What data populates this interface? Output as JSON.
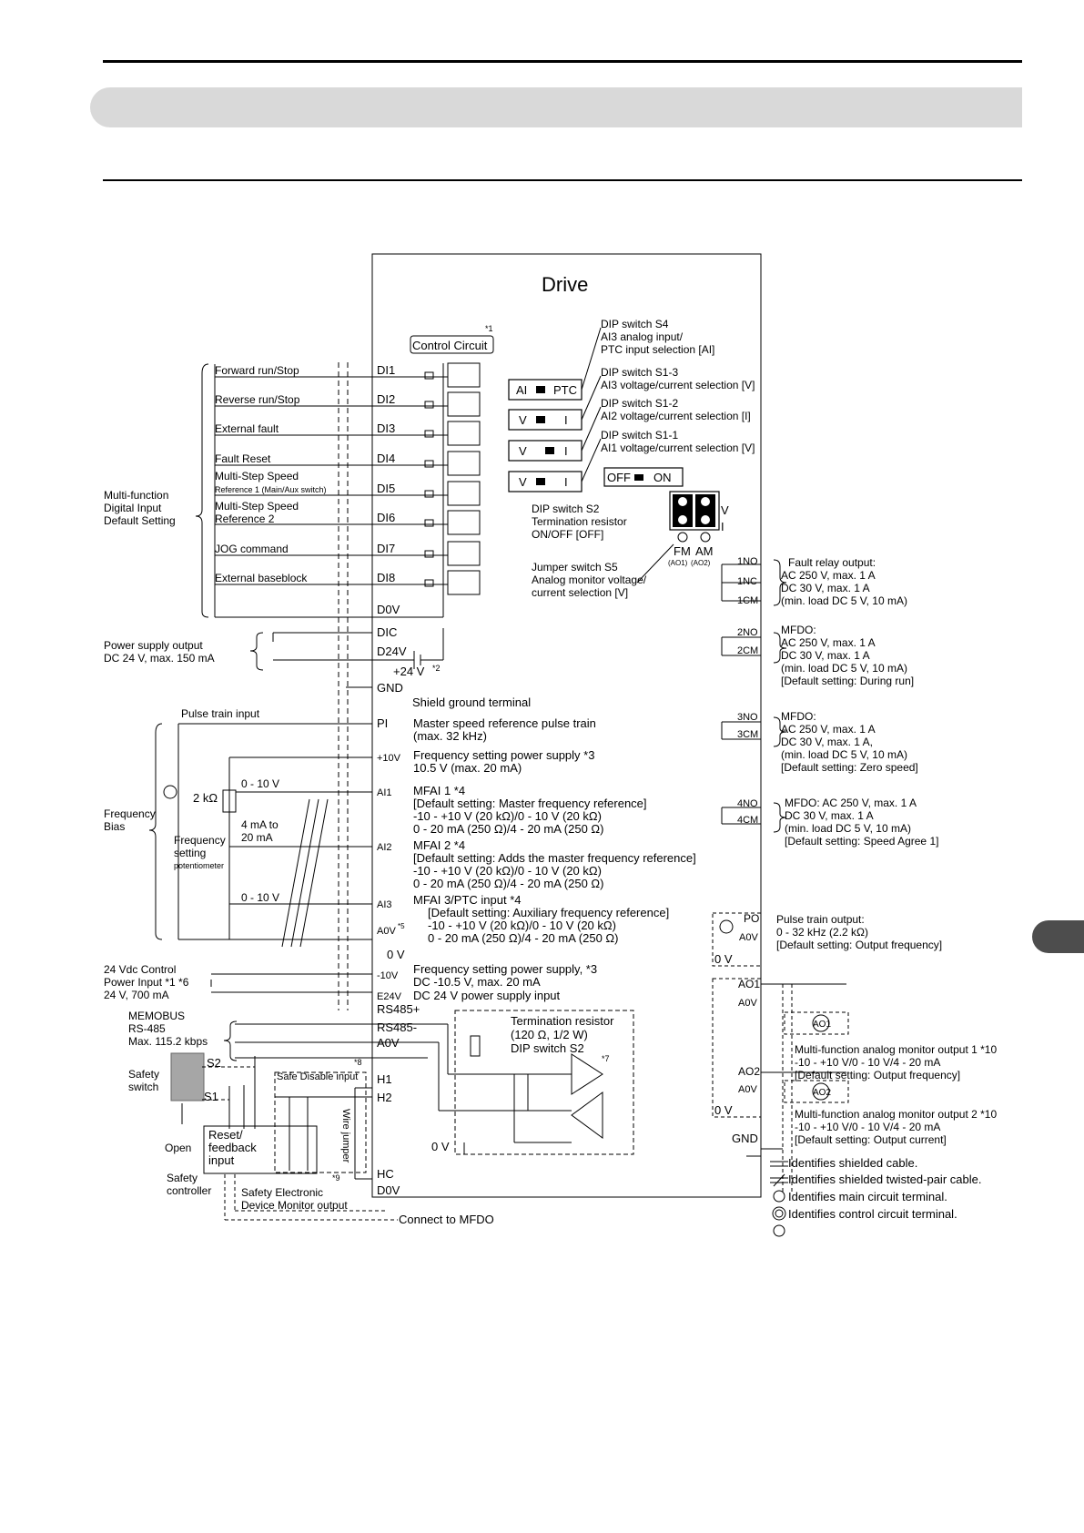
{
  "drive": {
    "title": "Drive",
    "control_circuit": "Control Circuit",
    "control_circuit_note": "*1"
  },
  "switches": {
    "s4": [
      "DIP switch S4",
      "AI3 analog input/",
      "PTC input selection [AI]"
    ],
    "s1_3": [
      "DIP switch S1-3",
      "AI3 voltage/current selection [V]"
    ],
    "s1_2": [
      "DIP switch S1-2",
      "AI2 voltage/current selection [I]"
    ],
    "s1_1": [
      "DIP switch S1-1",
      "AI1 voltage/current selection [V]"
    ],
    "s2": [
      "DIP switch S2",
      "Termination resistor",
      "ON/OFF [OFF]"
    ],
    "s5": [
      "Jumper switch S5",
      "Analog monitor voltage/",
      "current selection [V]"
    ],
    "ai_ptc": {
      "left": "AI",
      "right": "PTC"
    },
    "v_i": {
      "left": "V",
      "right": "I"
    },
    "off_on": {
      "left": "OFF",
      "right": "ON"
    },
    "jumper_v": "V",
    "jumper_i": "I",
    "fm": "FM",
    "am": "AM",
    "ao1": "(AO1)",
    "ao2": "(AO2)"
  },
  "digital_inputs": [
    {
      "label": "Forward run/Stop",
      "terminal": "DI1"
    },
    {
      "label": "Reverse run/Stop",
      "terminal": "DI2"
    },
    {
      "label": "External fault",
      "terminal": "DI3"
    },
    {
      "label": "Fault Reset",
      "terminal": "DI4"
    },
    {
      "label": "Multi-Step Speed",
      "label2": "Reference 1 (Main/Aux switch)",
      "terminal": "DI5"
    },
    {
      "label": "Multi-Step Speed",
      "label2": "Reference 2",
      "terminal": "DI6"
    },
    {
      "label": "JOG command",
      "terminal": "DI7"
    },
    {
      "label": "External baseblock",
      "terminal": "DI8"
    }
  ],
  "digital_group": [
    "Multi-function",
    "Digital Input",
    "Default Setting"
  ],
  "power_terminals": {
    "d0v": "D0V",
    "dic": "DIC",
    "d24v": "D24V",
    "plus24": "+24 V",
    "plus24_note": "*2"
  },
  "power_supply_output": [
    "Power supply output",
    "DC 24 V, max. 150 mA"
  ],
  "gnd": {
    "terminal": "GND",
    "desc": "Shield ground terminal"
  },
  "pulse_input": {
    "label": "Pulse train input",
    "terminal": "PI",
    "desc": [
      "Master speed reference pulse train",
      "(max. 32 kHz)"
    ]
  },
  "p10v": {
    "terminal": "+10V",
    "desc": [
      "Frequency setting power supply *3",
      "10.5 V (max. 20 mA)"
    ]
  },
  "ai1": {
    "terminal": "AI1",
    "desc": [
      "MFAI 1 *4",
      "[Default setting: Master frequency reference]",
      "-10 - +10 V (20 kΩ)/0 - 10 V (20 kΩ)",
      "0 - 20 mA (250 Ω)/4 - 20 mA (250 Ω)"
    ]
  },
  "ai2": {
    "terminal": "AI2",
    "desc": [
      "MFAI 2 *4",
      "[Default setting: Adds the master frequency reference]",
      "-10 - +10 V (20 kΩ)/0 - 10 V (20 kΩ)",
      "0 - 20 mA (250 Ω)/4 - 20 mA (250 Ω)"
    ]
  },
  "ai3": {
    "terminal": "AI3",
    "desc": [
      "MFAI 3/PTC input *4",
      "[Default setting: Auxiliary frequency reference]",
      "-10 - +10 V (20 kΩ)/0 - 10 V (20 kΩ)",
      "0 - 20 mA (250 Ω)/4 - 20 mA (250 Ω)"
    ]
  },
  "a0v": {
    "terminal": "A0V",
    "note": "*5",
    "zero": "0 V"
  },
  "m10v": {
    "terminal": "-10V",
    "desc": [
      "Frequency setting power supply, *3",
      "DC -10.5 V, max. 20 mA"
    ]
  },
  "e24v": {
    "terminal": "E24V",
    "desc": "DC 24 V power supply input"
  },
  "frequency_bias": [
    "Frequency",
    "Bias"
  ],
  "pot": {
    "r": "2 kΩ",
    "v1": "0 - 10 V",
    "ma1": "4 mA to",
    "ma2": "20 mA",
    "v3": "0 - 10 V",
    "label": [
      "Frequency",
      "setting",
      "potentiometer"
    ]
  },
  "control_power": [
    "24 Vdc Control",
    "Power Input *1 *6",
    "24 V, 700 mA"
  ],
  "rs485": {
    "t1": "RS485+",
    "t2": "RS485-",
    "t3": "A0V",
    "label": [
      "MEMOBUS",
      "RS-485",
      "Max. 115.2 kbps"
    ]
  },
  "termination": [
    "Termination resistor",
    "(120 Ω, 1/2 W)",
    "DIP switch S2"
  ],
  "term_note": "*7",
  "safety": {
    "switch_label": [
      "Safety",
      "switch"
    ],
    "s1": "S1",
    "s2": "S2",
    "open": "Open",
    "controller": [
      "Safety",
      "controller"
    ],
    "reset": [
      "Reset/",
      "feedback",
      "input"
    ],
    "safe_disable": "Safe Disable input",
    "note8": "*8",
    "note9": "*9",
    "wire_jumper": "Wire jumper",
    "h1": "H1",
    "h2": "H2",
    "hc": "HC",
    "d0v": "D0V",
    "zero_v": "0 V",
    "edm": [
      "Safety Electronic",
      "Device Monitor output"
    ],
    "connect": "Connect to MFDO"
  },
  "relay_outputs": [
    {
      "terminals": [
        "1NO",
        "1NC",
        "1CM"
      ],
      "desc": [
        "Fault relay output:",
        "AC 250 V, max. 1 A",
        "DC 30 V, max. 1 A",
        "(min. load DC 5 V, 10 mA)"
      ]
    },
    {
      "terminals": [
        "2NO",
        "2CM"
      ],
      "desc": [
        "MFDO:",
        "AC 250 V, max. 1 A",
        "DC 30 V, max. 1 A",
        "(min. load DC 5 V, 10 mA)",
        "[Default setting: During run]"
      ]
    },
    {
      "terminals": [
        "3NO",
        "3CM"
      ],
      "desc": [
        "MFDO:",
        "AC 250 V, max. 1 A",
        "DC 30 V, max. 1 A,",
        "(min. load DC 5 V, 10 mA)",
        "[Default setting: Zero speed]"
      ]
    },
    {
      "terminals": [
        "4NO",
        "4CM"
      ],
      "desc": [
        "MFDO: AC 250 V, max. 1 A",
        "DC 30 V, max. 1 A",
        "(min. load DC 5 V, 10 mA)",
        "[Default setting: Speed Agree 1]"
      ]
    }
  ],
  "pulse_output": {
    "terminals": [
      "PO",
      "A0V"
    ],
    "zero": "0 V",
    "desc": [
      "Pulse train output:",
      "0 - 32 kHz (2.2 kΩ)",
      "[Default setting: Output frequency]"
    ]
  },
  "analog_outputs": [
    {
      "terminals": [
        "AO1",
        "A0V"
      ],
      "meter": "AO1",
      "desc": [
        "Multi-function analog monitor output 1 *10",
        "-10 - +10 V/0 - 10 V/4 - 20 mA",
        "[Default setting: Output frequency]"
      ]
    },
    {
      "terminals": [
        "AO2",
        "A0V"
      ],
      "meter": "AO2",
      "desc": [
        "Multi-function analog monitor output 2 *10",
        "-10 - +10 V/0 - 10 V/4 - 20 mA",
        "[Default setting: Output current]"
      ]
    }
  ],
  "ao_zero": "0 V",
  "gnd_right": "GND",
  "legend": [
    "Identifies shielded cable.",
    "Identifies shielded twisted-pair cable.",
    "Identifies main circuit terminal.",
    "Identifies control circuit terminal."
  ]
}
